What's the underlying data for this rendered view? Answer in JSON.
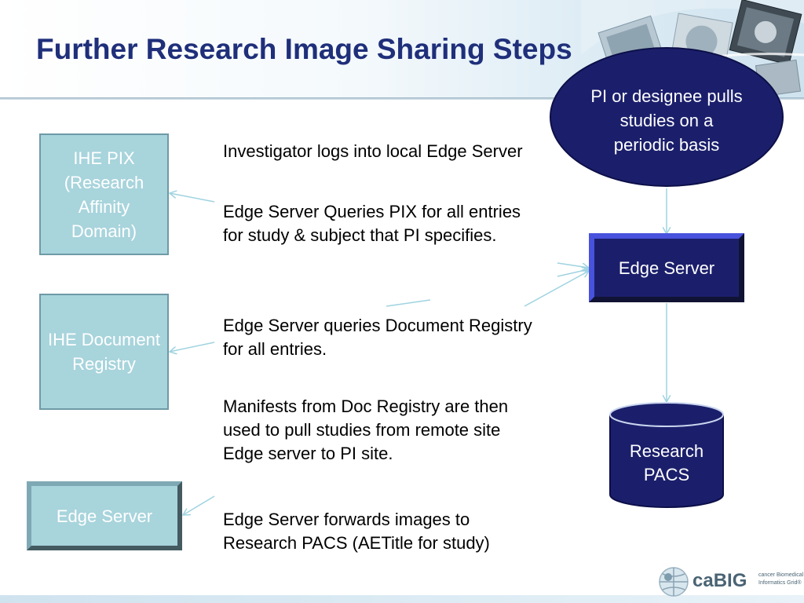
{
  "title": "Further Research Image Sharing Steps",
  "colors": {
    "title": "#1f2f7a",
    "dark_node": "#1b1f6b",
    "light_node": "#a8d4dc",
    "arrow": "#9fd3e0"
  },
  "nodes": {
    "pix": "IHE PIX (Research Affinity Domain)",
    "doc_registry": "IHE Document Registry",
    "remote_edge_server": "Edge Server",
    "pi_designee": "PI or designee pulls studies on a periodic basis",
    "local_edge_server": "Edge Server",
    "research_pacs": "Research PACS"
  },
  "steps": [
    "Investigator logs into local Edge Server",
    "Edge Server Queries PIX for all entries for study & subject that PI specifies.",
    "Edge Server queries Document Registry for all entries.",
    "Manifests from Doc Registry are then used to pull studies from remote site Edge server to PI site.",
    "Edge Server forwards images to Research PACS (AETitle for study)"
  ],
  "logo": {
    "name": "caBIG",
    "tagline_1": "cancer Biomedical",
    "tagline_2": "Informatics Grid®"
  }
}
